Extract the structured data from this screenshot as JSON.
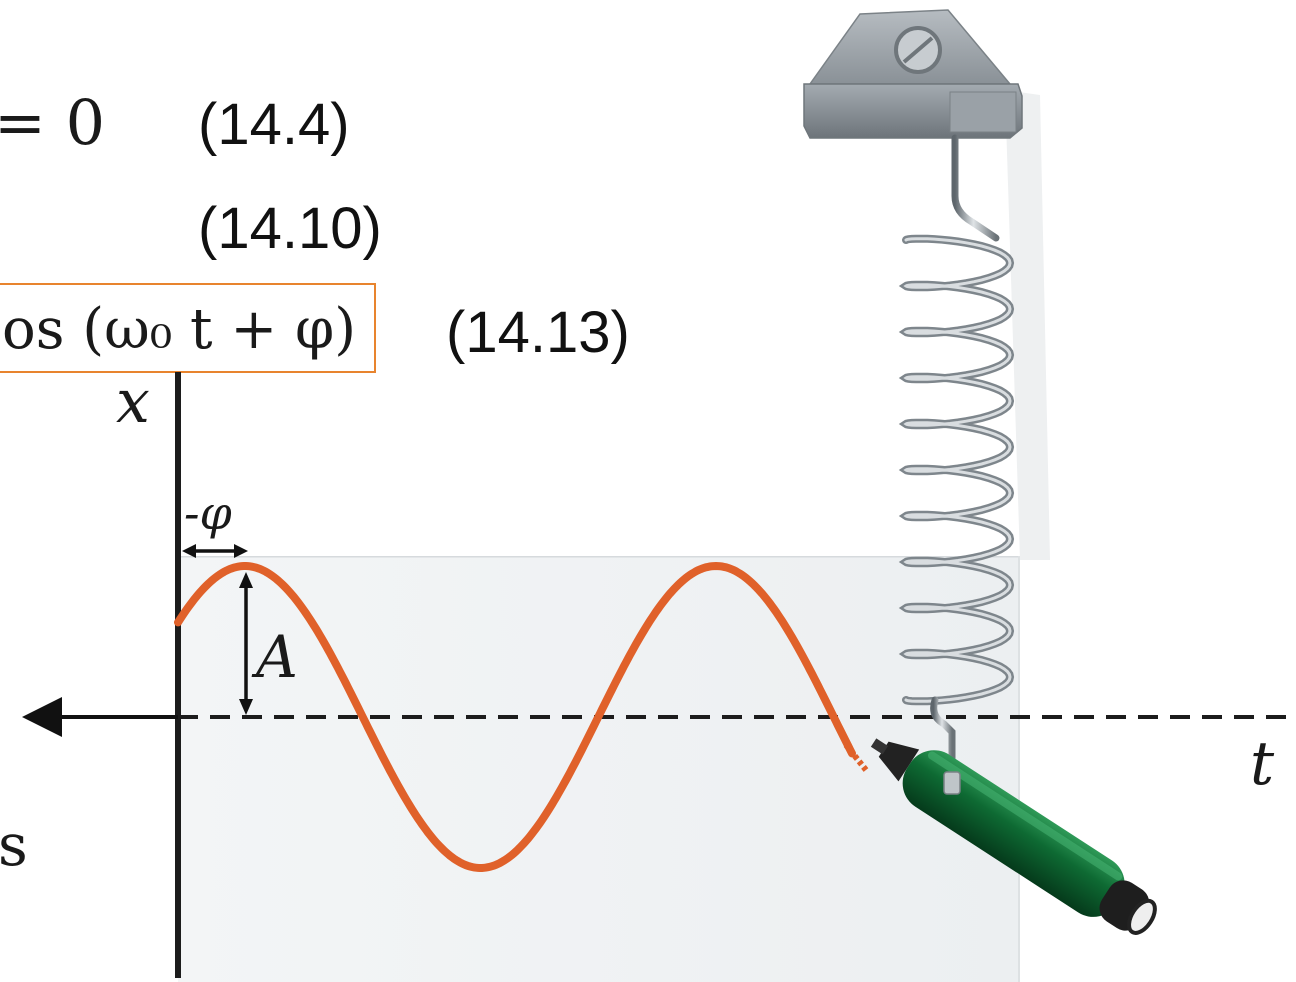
{
  "equations": [
    {
      "id": "eq1",
      "text": "= 0",
      "number": "(14.4)"
    },
    {
      "id": "eq2",
      "text": "",
      "number": "(14.10)"
    },
    {
      "id": "eq3",
      "text": "os (ω₀ t + φ)",
      "number": "(14.13)",
      "boxed": true
    }
  ],
  "fragment_left": "s",
  "labels": {
    "x_axis": "x",
    "t_axis": "t",
    "phase": "-φ",
    "amplitude": "A"
  },
  "colors": {
    "curve": "#e0612a",
    "box_border": "#e8842e",
    "pen_body": "#0f6a34",
    "spring": "#8f979d",
    "mount": "#8c9298"
  },
  "icons": [
    "spring-icon",
    "pen-icon",
    "mount-block-icon"
  ]
}
